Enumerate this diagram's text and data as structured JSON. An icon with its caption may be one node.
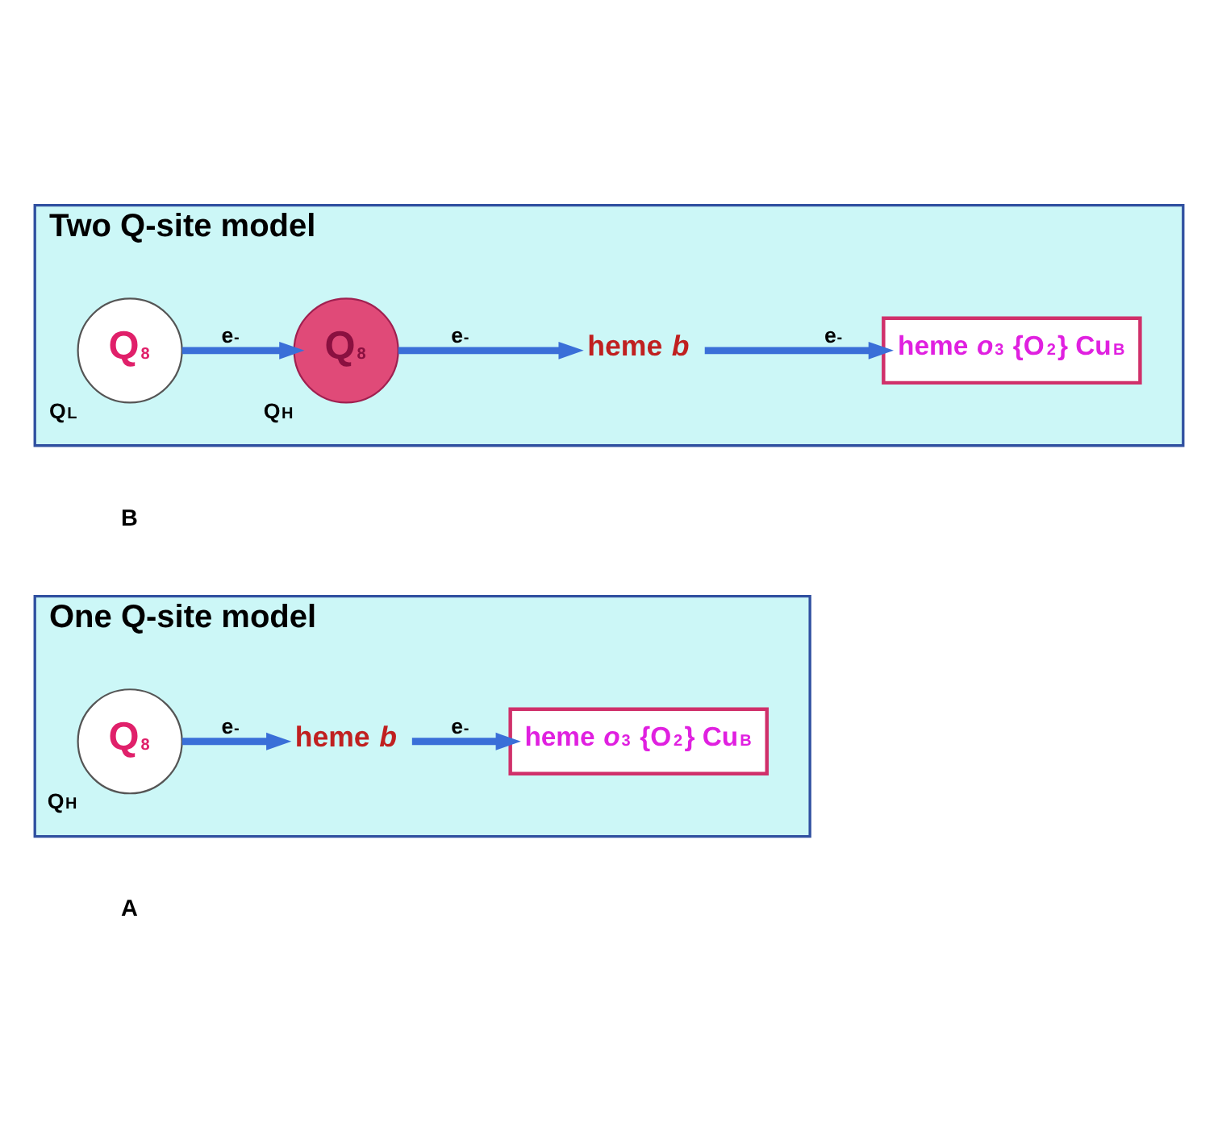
{
  "diagram": {
    "nodes": [
      {
        "text": [
          "One Q-site model"
        ]
      },
      {
        "text": [
          "Q$_{8}$"
        ],
        "beside": [
          "Q$_{H}$"
        ],
        "in": 0
      },
      {
        "text": [
          "heme *b*"
        ],
        "in": 0
      },
      {
        "text": [
          "heme *o*$_{3}$ {O$_{2}$} Cu$_{B}$"
        ],
        "in": 0
      },
      {
        "text": [
          "Two Q-site model"
        ]
      },
      {
        "text": [
          "Q$_{8}$"
        ],
        "beside": [
          "Q$_{L}$"
        ],
        "in": 4
      },
      {
        "text": [
          "Q$_{8}$"
        ],
        "beside": [
          "Q$_{H}$"
        ],
        "in": 4
      },
      {
        "text": [
          "heme *b*"
        ],
        "in": 4
      },
      {
        "text": [
          "heme *o*$_{3}$ {O$_{2}$} Cu$_{B}$"
        ],
        "in": 4
      }
    ],
    "edges": [
      {
        "from": 1,
        "to": 2,
        "arrow": "to",
        "label": "e$^{-}$"
      },
      {
        "from": 2,
        "to": 3,
        "arrow": "to",
        "label": "e$^{-}$"
      },
      {
        "from": 5,
        "to": 6,
        "arrow": "to",
        "label": "e$^{-}$"
      },
      {
        "from": 6,
        "to": 7,
        "arrow": "to",
        "label": "e$^{-}$"
      },
      {
        "from": 7,
        "to": 8,
        "arrow": "to",
        "label": "e$^{-}$"
      }
    ],
    "labels": [
      "A",
      "B"
    ]
  }
}
